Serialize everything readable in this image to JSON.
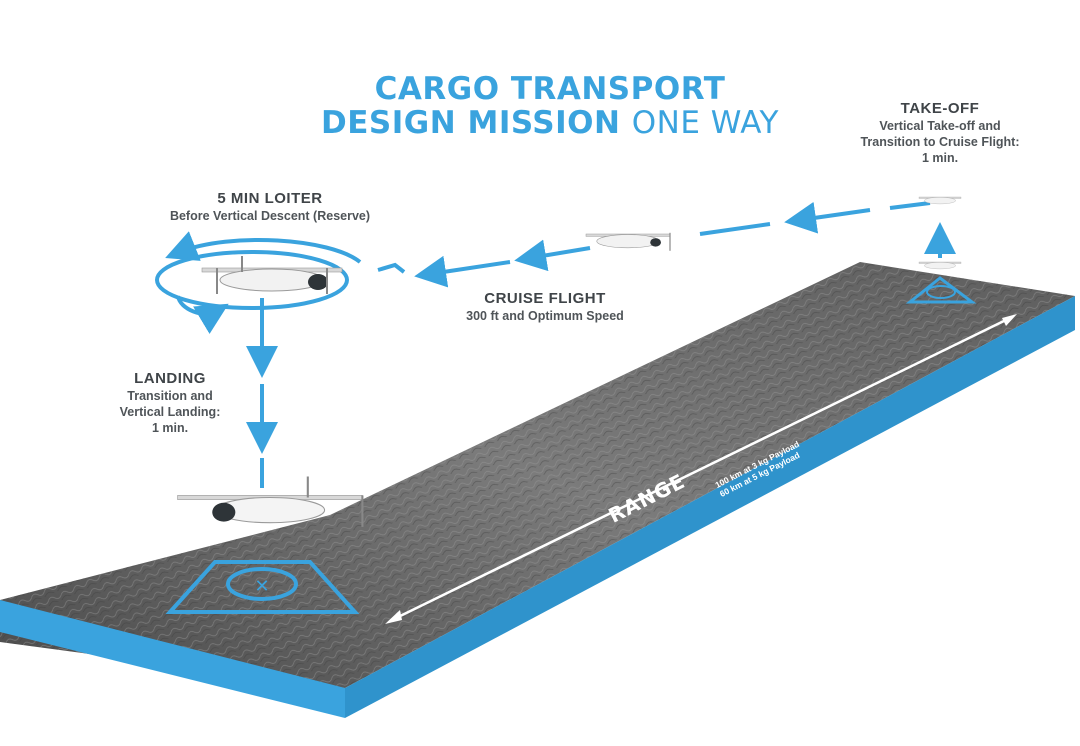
{
  "title": {
    "line1": "CARGO TRANSPORT",
    "line2_bold": "DESIGN MISSION",
    "line2_light": "ONE WAY"
  },
  "takeoff": {
    "heading": "TAKE-OFF",
    "lines": [
      "Vertical Take-off and",
      "Transition to Cruise Flight:",
      "1 min."
    ]
  },
  "loiter": {
    "heading": "5 MIN LOITER",
    "detail": "Before Vertical Descent (Reserve)"
  },
  "cruise": {
    "heading": "CRUISE FLIGHT",
    "detail": "300 ft and Optimum Speed"
  },
  "landing": {
    "heading": "LANDING",
    "lines": [
      "Transition and",
      "Vertical Landing:",
      "1 min."
    ]
  },
  "range": {
    "label": "RANGE",
    "notes": [
      "100 km at 3 kg Payload",
      "60 km at 5 kg Payload"
    ]
  },
  "colors": {
    "accent": "#3aa3de",
    "terrain": "#6e6e6e",
    "text": "#444a4e"
  },
  "icons": [
    "drone-icon",
    "helipad-icon",
    "arrow-icon"
  ]
}
